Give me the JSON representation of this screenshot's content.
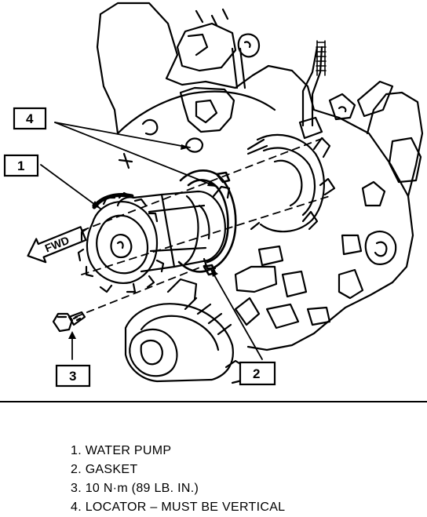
{
  "diagram": {
    "fwd_label": "FWD",
    "callouts": [
      {
        "id": "callout-1",
        "number": "1"
      },
      {
        "id": "callout-2",
        "number": "2"
      },
      {
        "id": "callout-3",
        "number": "3"
      },
      {
        "id": "callout-4",
        "number": "4"
      }
    ]
  },
  "legend": [
    "1. WATER PUMP",
    "2. GASKET",
    "3. 10 N·m (89 LB. IN.)",
    "4. LOCATOR – MUST BE VERTICAL"
  ]
}
